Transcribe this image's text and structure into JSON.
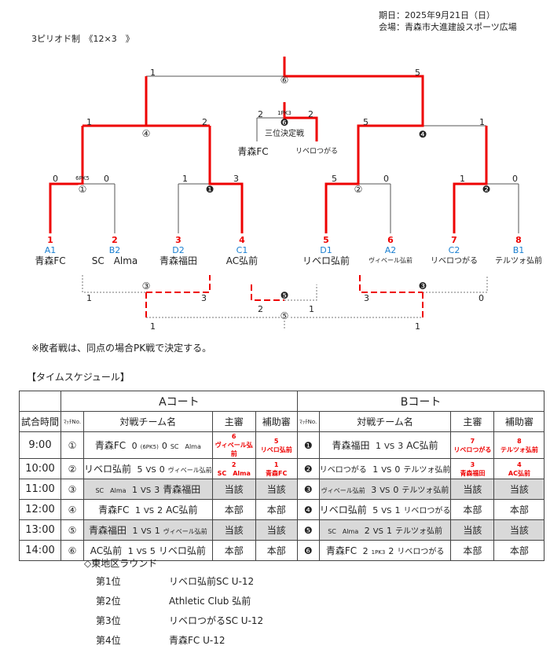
{
  "header": {
    "date": "期日：2025年9月21日（日）",
    "venue": "会場：青森市大進建設スポーツ広場",
    "format": "3ピリオド制　《12×3　》"
  },
  "teams": [
    {
      "seed": "1",
      "code": "A1",
      "name": "青森FC"
    },
    {
      "seed": "2",
      "code": "B2",
      "name": "SC　Alma"
    },
    {
      "seed": "3",
      "code": "D2",
      "name": "青森福田"
    },
    {
      "seed": "4",
      "code": "C1",
      "name": "AC弘前"
    },
    {
      "seed": "5",
      "code": "D1",
      "name": "リベロ弘前"
    },
    {
      "seed": "6",
      "code": "A2",
      "name": "ヴィベール弘前"
    },
    {
      "seed": "7",
      "code": "C2",
      "name": "リベロつがる"
    },
    {
      "seed": "8",
      "code": "B1",
      "name": "テルツォ弘前"
    }
  ],
  "bracket": {
    "m1": {
      "label": "①",
      "l": "0",
      "r": "0",
      "pk": "6PK5"
    },
    "mb1": {
      "label": "❶",
      "l": "1",
      "r": "3"
    },
    "m2": {
      "label": "②",
      "l": "5",
      "r": "0"
    },
    "mb2": {
      "label": "❷",
      "l": "1",
      "r": "0"
    },
    "m4": {
      "label": "④",
      "l": "1",
      "r": "2"
    },
    "mb4": {
      "label": "❹",
      "l": "5",
      "r": "1"
    },
    "final": {
      "label": "⑥",
      "l": "1",
      "r": "5"
    },
    "third": {
      "label": "❻",
      "title": "三位決定戦",
      "l": "2",
      "r": "2",
      "pk": "1PK3",
      "left_team": "青森FC",
      "right_team": "リベロつがる"
    },
    "m3": {
      "label": "③",
      "l": "1",
      "r": "3"
    },
    "mb5": {
      "label": "❺",
      "l": "2",
      "r": "1"
    },
    "mb3": {
      "label": "❸",
      "l": "3",
      "r": "0"
    },
    "m5": {
      "label": "⑤",
      "l": "1",
      "r": "1"
    }
  },
  "note": "※敗者戦は、同点の場合PK戦で決定する。",
  "schedule": {
    "title": "【タイムスケジュール】",
    "court_a": "Aコート",
    "court_b": "Bコート",
    "headers": {
      "time": "試合時間",
      "no": "ﾏｯﾁNo.",
      "teams": "対戦チーム名",
      "main": "主審",
      "assist": "補助審"
    },
    "rows": [
      {
        "time": "9:00",
        "a": {
          "no": "①",
          "t1": "青森FC",
          "s1": "0",
          "mid": "(6PK5)",
          "s2": "0",
          "t2": "SC　Alma",
          "main": [
            "6",
            "ヴィベール弘前"
          ],
          "assist": [
            "5",
            "リベロ弘前"
          ]
        },
        "b": {
          "no": "❶",
          "t1": "青森福田",
          "s1": "1",
          "mid": "VS",
          "s2": "3",
          "t2": "AC弘前",
          "main": [
            "7",
            "リベロつがる"
          ],
          "assist": [
            "8",
            "テルツォ弘前"
          ]
        },
        "gray": false
      },
      {
        "time": "10:00",
        "a": {
          "no": "②",
          "t1": "リベロ弘前",
          "s1": "5",
          "mid": "VS",
          "s2": "0",
          "t2": "ヴィベール弘前",
          "main": [
            "2",
            "SC　Alma"
          ],
          "assist": [
            "1",
            "青森FC"
          ]
        },
        "b": {
          "no": "❷",
          "t1": "リベロつがる",
          "s1": "1",
          "mid": "VS",
          "s2": "0",
          "t2": "テルツォ弘前",
          "main": [
            "3",
            "青森福田"
          ],
          "assist": [
            "4",
            "AC弘前"
          ]
        },
        "gray": false
      },
      {
        "time": "11:00",
        "a": {
          "no": "③",
          "t1": "SC　Alma",
          "s1": "1",
          "mid": "VS",
          "s2": "3",
          "t2": "青森福田",
          "main": "当該",
          "assist": "当該"
        },
        "b": {
          "no": "❸",
          "t1": "ヴィベール弘前",
          "s1": "3",
          "mid": "VS",
          "s2": "0",
          "t2": "テルツォ弘前",
          "main": "当該",
          "assist": "当該"
        },
        "gray": true
      },
      {
        "time": "12:00",
        "a": {
          "no": "④",
          "t1": "青森FC",
          "s1": "1",
          "mid": "VS",
          "s2": "2",
          "t2": "AC弘前",
          "main": "本部",
          "assist": "本部"
        },
        "b": {
          "no": "❹",
          "t1": "リベロ弘前",
          "s1": "5",
          "mid": "VS",
          "s2": "1",
          "t2": "リベロつがる",
          "main": "本部",
          "assist": "本部"
        },
        "gray": false
      },
      {
        "time": "13:00",
        "a": {
          "no": "⑤",
          "t1": "青森福田",
          "s1": "1",
          "mid": "VS",
          "s2": "1",
          "t2": "ヴィベール弘前",
          "main": "当該",
          "assist": "当該"
        },
        "b": {
          "no": "❺",
          "t1": "SC　Alma",
          "s1": "2",
          "mid": "VS",
          "s2": "1",
          "t2": "テルツォ弘前",
          "main": "当該",
          "assist": "当該"
        },
        "gray": true
      },
      {
        "time": "14:00",
        "a": {
          "no": "⑥",
          "t1": "AC弘前",
          "s1": "1",
          "mid": "VS",
          "s2": "5",
          "t2": "リベロ弘前",
          "main": "本部",
          "assist": "本部"
        },
        "b": {
          "no": "❻",
          "t1": "青森FC",
          "s1": "2",
          "mid": "1PK3",
          "s2": "2",
          "t2": "リベロつがる",
          "main": "本部",
          "assist": "本部"
        },
        "gray": false
      }
    ]
  },
  "ranking": {
    "title": "◇東地区ラウンド",
    "items": [
      {
        "place": "第1位",
        "team": "リベロ弘前SC U-12"
      },
      {
        "place": "第2位",
        "team": "Athletic Club 弘前"
      },
      {
        "place": "第3位",
        "team": "リベロつがるSC U-12"
      },
      {
        "place": "第4位",
        "team": "青森FC U-12"
      }
    ]
  },
  "colors": {
    "win": "#ee0000",
    "line": "#555555",
    "seed_code": "#1a7fd0",
    "gray_cell": "#d9d9d9"
  }
}
